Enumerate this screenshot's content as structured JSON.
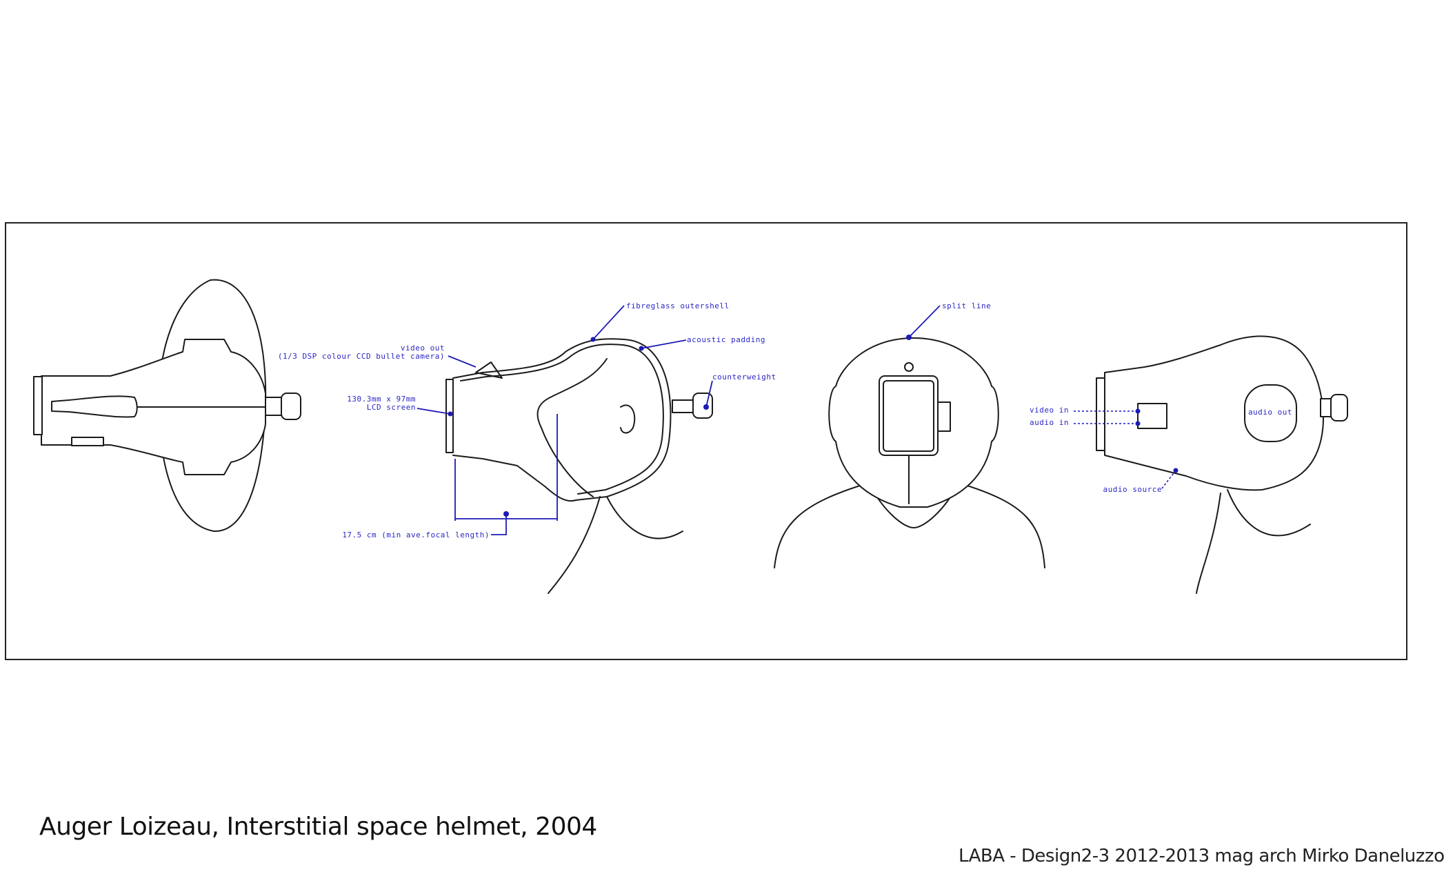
{
  "caption": "Auger Loizeau, Interstitial space helmet, 2004",
  "credit": "LABA - Design2-3 2012-2013  mag arch Mirko Daneluzzo",
  "labels": {
    "fibreglass": "fibreglass outershell",
    "acoustic": "acoustic padding",
    "counterweight": "counterweight",
    "video_out": "video out",
    "camera": "(1/3 DSP colour CCD bullet camera)",
    "lcd_size": "130.3mm x 97mm",
    "lcd": "LCD screen",
    "focal": "17.5 cm (min ave.focal length)",
    "split": "split line",
    "video_in": "video in",
    "audio_in": "audio in",
    "audio_out": "audio out",
    "audio_source": "audio source"
  },
  "colors": {
    "annotation": "#2a27c4",
    "line": "#1a1a1a"
  }
}
